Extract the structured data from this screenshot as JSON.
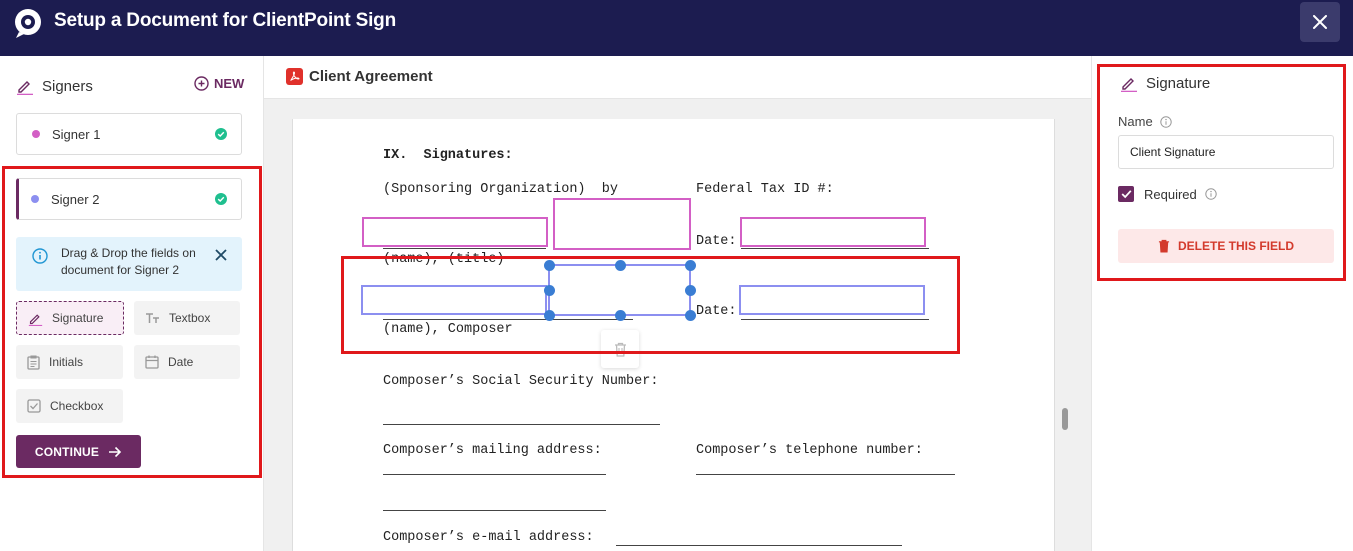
{
  "header": {
    "title": "Setup a Document for ClientPoint Sign",
    "close_icon": "close-icon"
  },
  "signers_panel": {
    "title": "Signers",
    "new_label": "NEW",
    "signers": [
      {
        "label": "Signer 1",
        "color": "#d35fc5",
        "status": "verified"
      },
      {
        "label": "Signer 2",
        "color": "#8c8ff0",
        "status": "verified"
      }
    ],
    "info": {
      "text": "Drag & Drop the fields on document for Signer 2"
    },
    "fields": {
      "signature": "Signature",
      "textbox": "Textbox",
      "initials": "Initials",
      "date": "Date",
      "checkbox": "Checkbox"
    },
    "continue_label": "CONTINUE"
  },
  "document": {
    "title": "Client Agreement",
    "lines": {
      "section": "IX.  Signatures:",
      "sponsoring": "(Sponsoring Organization)  by",
      "fed_tax": "Federal Tax ID #:",
      "date1": "Date:",
      "name_title": "(name), (title)",
      "date2": "Date:",
      "composer": "(name), Composer",
      "ssn": "Composer’s Social Security Number:",
      "mailing": "Composer’s mailing address:",
      "telephone": "Composer’s telephone number:",
      "email": "Composer’s e-mail address:"
    }
  },
  "properties": {
    "title": "Signature",
    "name_label": "Name",
    "name_value": "Client Signature",
    "required_label": "Required",
    "required_checked": true,
    "delete_label": "DELETE THIS FIELD"
  },
  "colors": {
    "header_bg": "#1c1c50",
    "accent": "#6b2a62",
    "signer1": "#d35fc5",
    "signer2": "#8c8ff0",
    "handle": "#3a7dd3",
    "highlight": "#e0181b",
    "delete": "#d33a2c"
  }
}
